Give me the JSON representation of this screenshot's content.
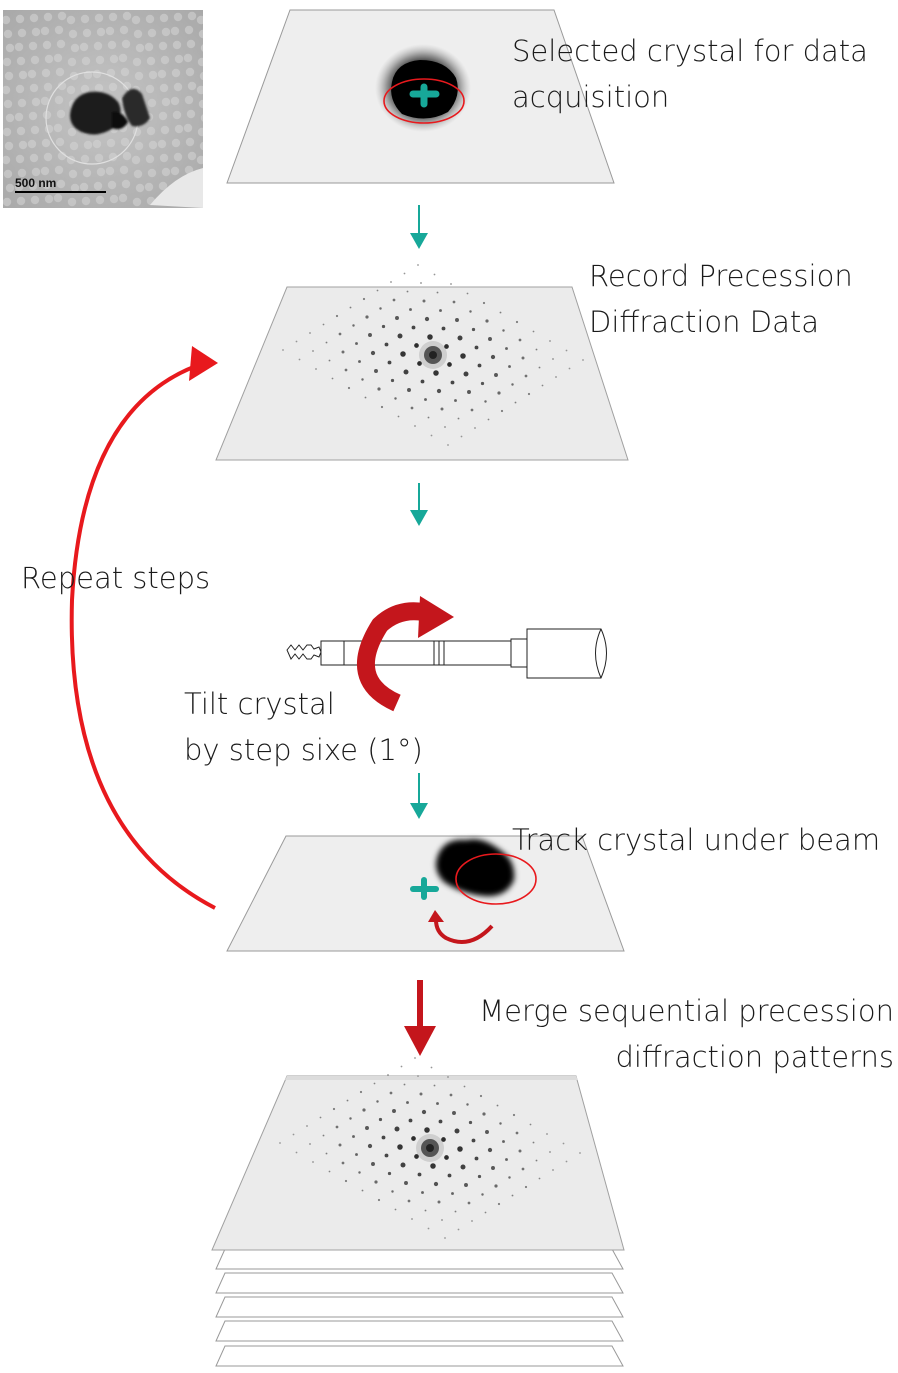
{
  "labels": {
    "step1": [
      "Selected crystal for data",
      "acquisition"
    ],
    "step2": [
      "Record Precession",
      "Diffraction Data"
    ],
    "repeat": "Repeat steps",
    "tilt": [
      "Tilt crystal",
      "by step sixe (1°)"
    ],
    "track": "Track crystal under beam",
    "merge": [
      "Merge sequential precession",
      "diffraction patterns"
    ]
  },
  "inset": {
    "scale_bar": "500 nm"
  },
  "colors": {
    "teal": "#17a899",
    "red_bright": "#e8191d",
    "red_dark": "#c4161c",
    "plane_fill": "#ececec",
    "plane_stroke": "#9a9a9a"
  },
  "icons": {
    "beam": "teal-plus-icon",
    "holder": "tem-sample-holder",
    "rotation": "curved-rotation-arrow-icon"
  }
}
